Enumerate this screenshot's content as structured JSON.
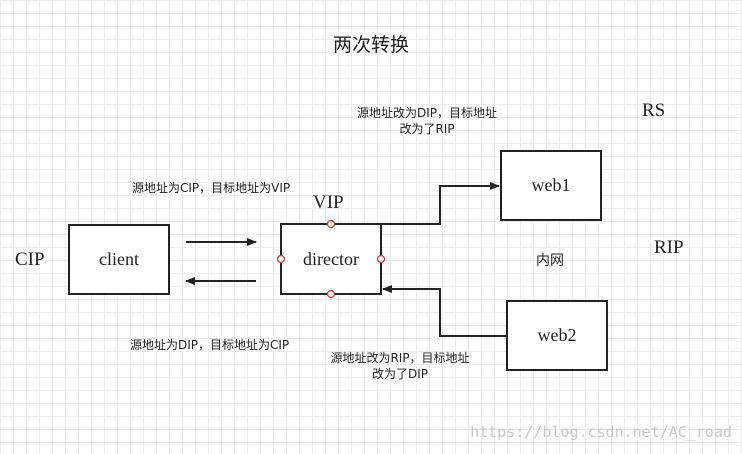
{
  "diagram": {
    "title": "两次转换",
    "labels": {
      "cip": "CIP",
      "vip": "VIP",
      "rs": "RS",
      "rip": "RIP",
      "intranet": "内网"
    },
    "nodes": {
      "client": "client",
      "director": "director",
      "web1": "web1",
      "web2": "web2"
    },
    "notes": {
      "request": "源地址为CIP，目标地址为VIP",
      "to_rs_line1": "源地址改为DIP，目标地址",
      "to_rs_line2": "改为了RIP",
      "reply_line1": "源地址改为RIP，目标地址",
      "reply_line2": "改为了DIP",
      "response": "源地址为DIP，目标地址为CIP"
    },
    "colors": {
      "line": "#222222",
      "handle": "#c0392b",
      "grid": "#ececec"
    }
  },
  "watermark": "https://blog.csdn.net/AC_road"
}
